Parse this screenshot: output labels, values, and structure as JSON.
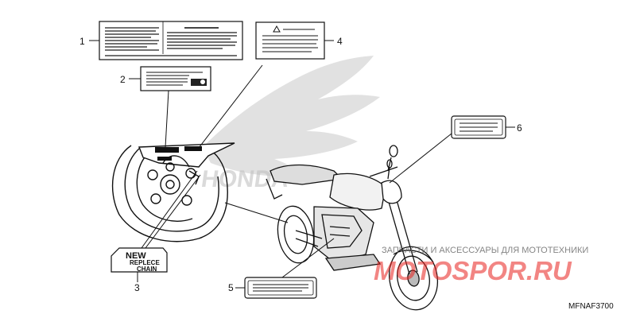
{
  "callouts": [
    "1",
    "2",
    "3",
    "4",
    "5",
    "6"
  ],
  "chain_label": {
    "line1": "NEW",
    "line2": "REPLECE",
    "line3": "CHAIN"
  },
  "diagram_code": "MFNAF3700",
  "watermark": {
    "tagline": "ЗАПЧАСТИ И АКСЕССУАРЫ ДЛЯ МОТОТЕХНИКИ",
    "logo_text": "MOTOSPOR.RU",
    "background_logo_text": "HONDA",
    "brand_color": "#e8231f"
  },
  "icons": {
    "warning": "warning-triangle-icon",
    "manual": "book-icon"
  }
}
